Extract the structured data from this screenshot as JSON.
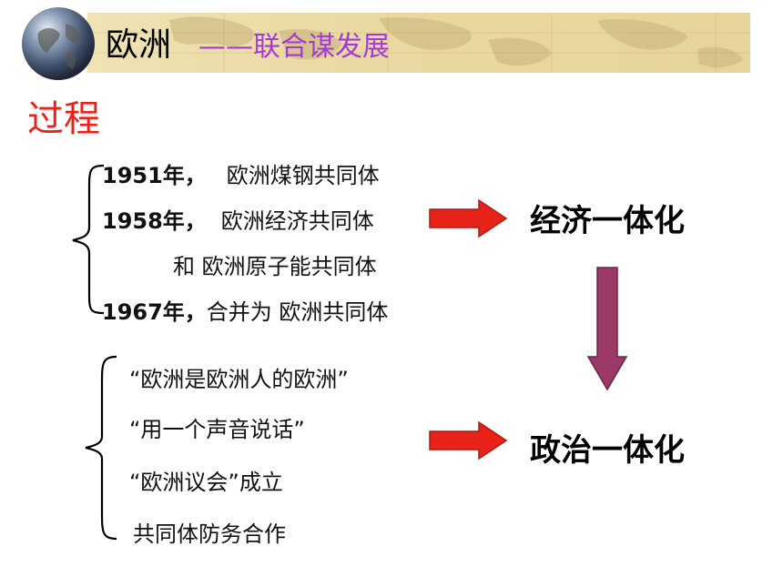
{
  "header": {
    "title_main": "欧洲",
    "title_sub": "——联合谋发展"
  },
  "section_title": "过程",
  "group1": {
    "items": [
      {
        "year": "1951年，",
        "text": "欧洲煤钢共同体"
      },
      {
        "year": "1958年，",
        "text": "欧洲经济共同体"
      },
      {
        "year": "",
        "text": "和  欧洲原子能共同体"
      },
      {
        "year": "1967年，",
        "text": "合并为 欧洲共同体"
      }
    ],
    "result": "经济一体化"
  },
  "group2": {
    "items": [
      "“欧洲是欧洲人的欧洲”",
      "“用一个声音说话”",
      "“欧洲议会”成立",
      "共同体防务合作"
    ],
    "result": "政治一体化"
  },
  "colors": {
    "title_sub": "#a43ad8",
    "section": "#e8231a",
    "arrow_red": "#e8231a",
    "arrow_purple": "#9b3a66"
  }
}
